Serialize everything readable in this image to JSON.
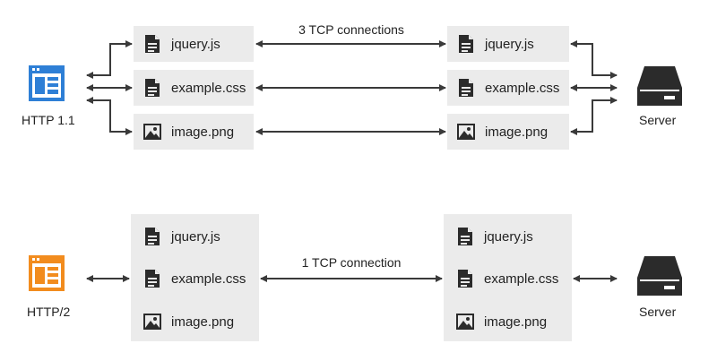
{
  "http1": {
    "client_label": "HTTP 1.1",
    "client_color": "#2e7fd6",
    "connection_label": "3 TCP connections",
    "server_label": "Server",
    "files": [
      {
        "name": "jquery.js",
        "icon": "document-icon"
      },
      {
        "name": "example.css",
        "icon": "document-icon"
      },
      {
        "name": "image.png",
        "icon": "image-icon"
      }
    ]
  },
  "http2": {
    "client_label": "HTTP/2",
    "client_color": "#f28c1e",
    "connection_label": "1 TCP connection",
    "server_label": "Server",
    "files": [
      {
        "name": "jquery.js",
        "icon": "document-icon"
      },
      {
        "name": "example.css",
        "icon": "document-icon"
      },
      {
        "name": "image.png",
        "icon": "image-icon"
      }
    ]
  },
  "colors": {
    "arrow": "#3a3a3a",
    "box": "#ebebeb",
    "icon": "#2b2b2b"
  }
}
